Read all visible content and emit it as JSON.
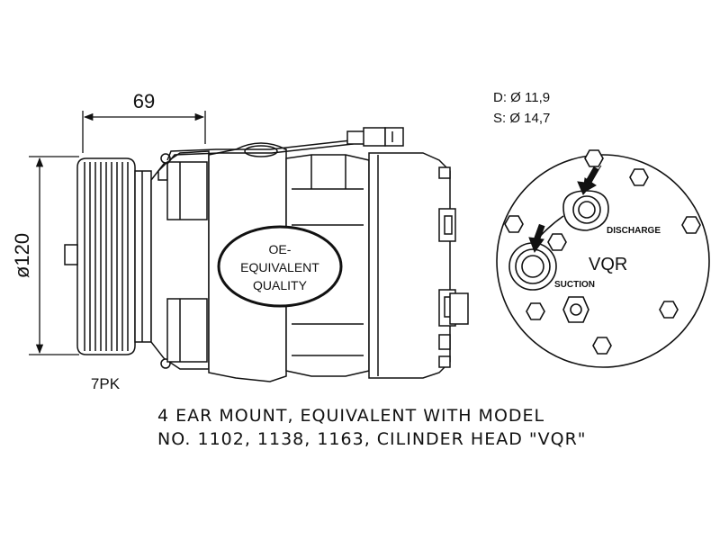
{
  "dimensions": {
    "width_label": "69",
    "diameter_label": "ø120",
    "pulley_label": "7PK"
  },
  "badge": {
    "line1": "OE-",
    "line2": "EQUIVALENT",
    "line3": "QUALITY"
  },
  "port_specs": {
    "discharge_spec": "D: Ø 11,9",
    "suction_spec": "S: Ø 14,7"
  },
  "head_view": {
    "model": "VQR",
    "discharge_label": "DISCHARGE",
    "suction_label": "SUCTION"
  },
  "caption": {
    "line1": "4 EAR MOUNT, EQUIVALENT WITH MODEL",
    "line2": "NO. 1102, 1138, 1163, CILINDER HEAD \"VQR\""
  }
}
